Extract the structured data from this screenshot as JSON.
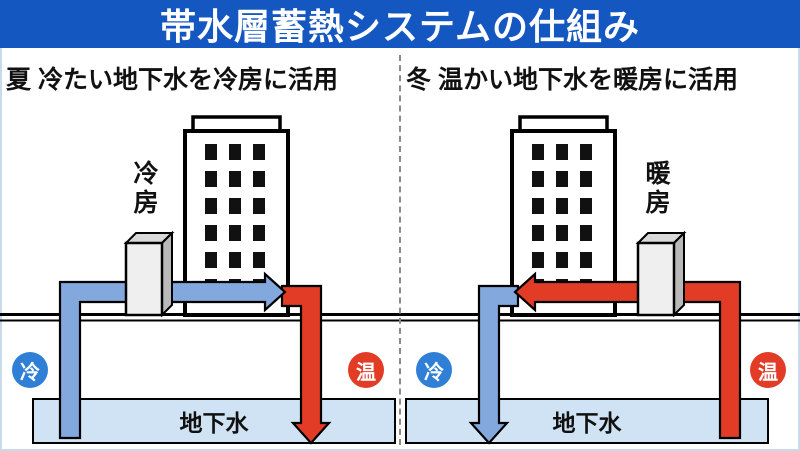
{
  "title": "帯水層蓄熱システムの仕組み",
  "colors": {
    "title_bg": "#1557c0",
    "blue_arrow": "#82a8de",
    "red_arrow": "#e23b26",
    "cold_badge": "#2f7fd6",
    "warm_badge": "#e23b26",
    "groundwater_fill": "#cfe3f4"
  },
  "panels": {
    "summer": {
      "header": "夏 冷たい地下水を冷房に活用",
      "unit_label": "冷房",
      "groundwater_label": "地下水",
      "cold_badge": "冷",
      "warm_badge": "温"
    },
    "winter": {
      "header": "冬 温かい地下水を暖房に活用",
      "unit_label": "暖房",
      "groundwater_label": "地下水",
      "cold_badge": "冷",
      "warm_badge": "温"
    }
  }
}
